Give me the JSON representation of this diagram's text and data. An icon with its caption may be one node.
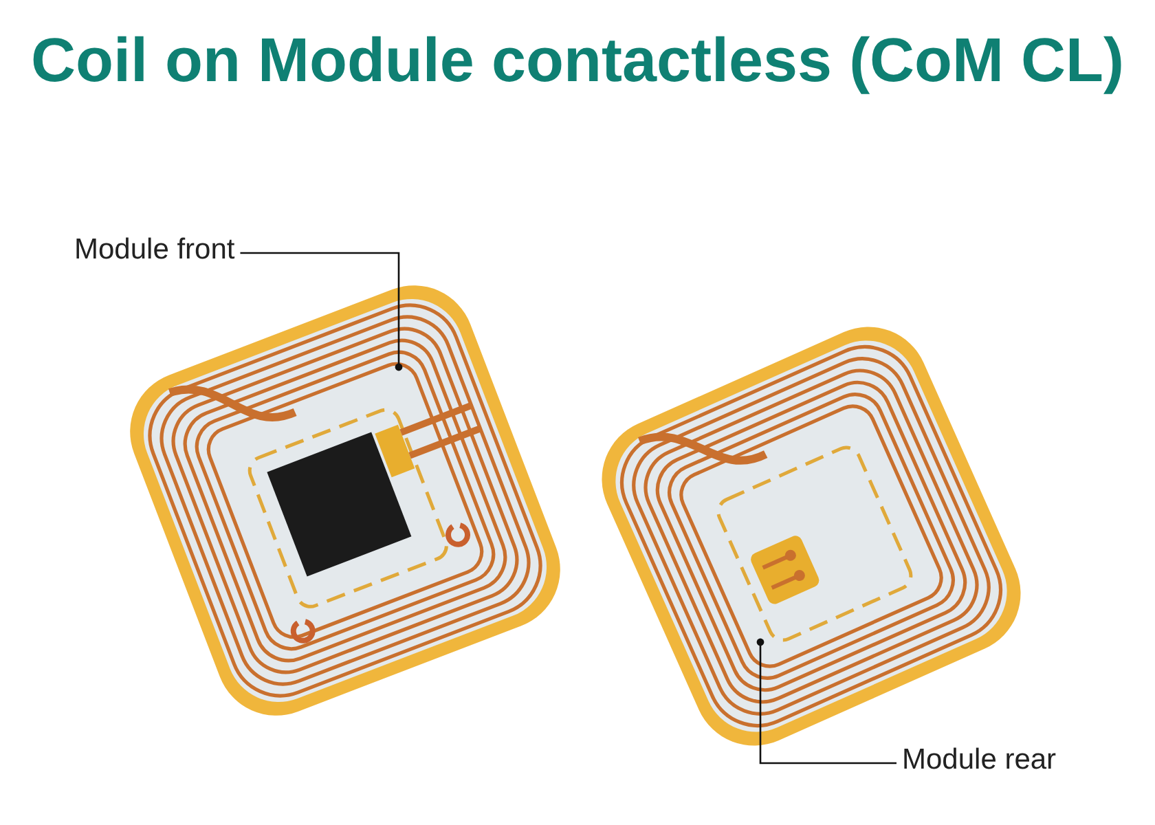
{
  "diagram": {
    "title": "Coil on Module contactless (CoM CL)",
    "nodes": [
      {
        "text": [
          "Module front"
        ]
      },
      {
        "text": [],
        "shape": "picture"
      },
      {
        "text": [
          "Module rear"
        ]
      },
      {
        "text": [],
        "shape": "picture"
      }
    ],
    "edges": [
      {
        "from": 0,
        "to": 1,
        "arrow": "other"
      },
      {
        "from": 2,
        "to": 3,
        "arrow": "other"
      }
    ]
  }
}
